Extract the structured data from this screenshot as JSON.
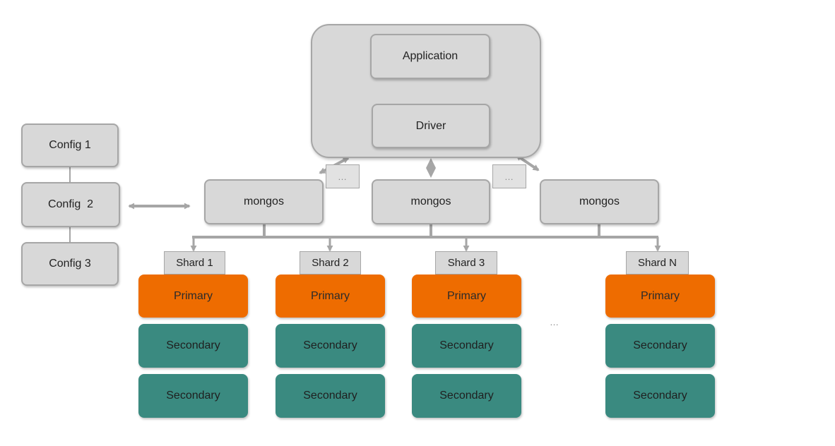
{
  "app": {
    "application_label": "Application",
    "driver_label": "Driver"
  },
  "config_servers": [
    {
      "label": "Config 1"
    },
    {
      "label": "Config  2"
    },
    {
      "label": "Config 3"
    }
  ],
  "routers": [
    {
      "label": "mongos"
    },
    {
      "label": "mongos"
    },
    {
      "label": "mongos"
    }
  ],
  "router_gap_marker": "…",
  "shard_gap_marker": "…",
  "shards": [
    {
      "name": "Shard 1",
      "primary": "Primary",
      "secondaries": [
        "Secondary",
        "Secondary"
      ]
    },
    {
      "name": "Shard 2",
      "primary": "Primary",
      "secondaries": [
        "Secondary",
        "Secondary"
      ]
    },
    {
      "name": "Shard 3",
      "primary": "Primary",
      "secondaries": [
        "Secondary",
        "Secondary"
      ]
    },
    {
      "name": "Shard N",
      "primary": "Primary",
      "secondaries": [
        "Secondary",
        "Secondary"
      ]
    }
  ],
  "colors": {
    "primary": "#ee6c00",
    "secondary": "#3a8a80",
    "node_grey": "#d8d8d8",
    "connector": "#a6a6a6"
  }
}
